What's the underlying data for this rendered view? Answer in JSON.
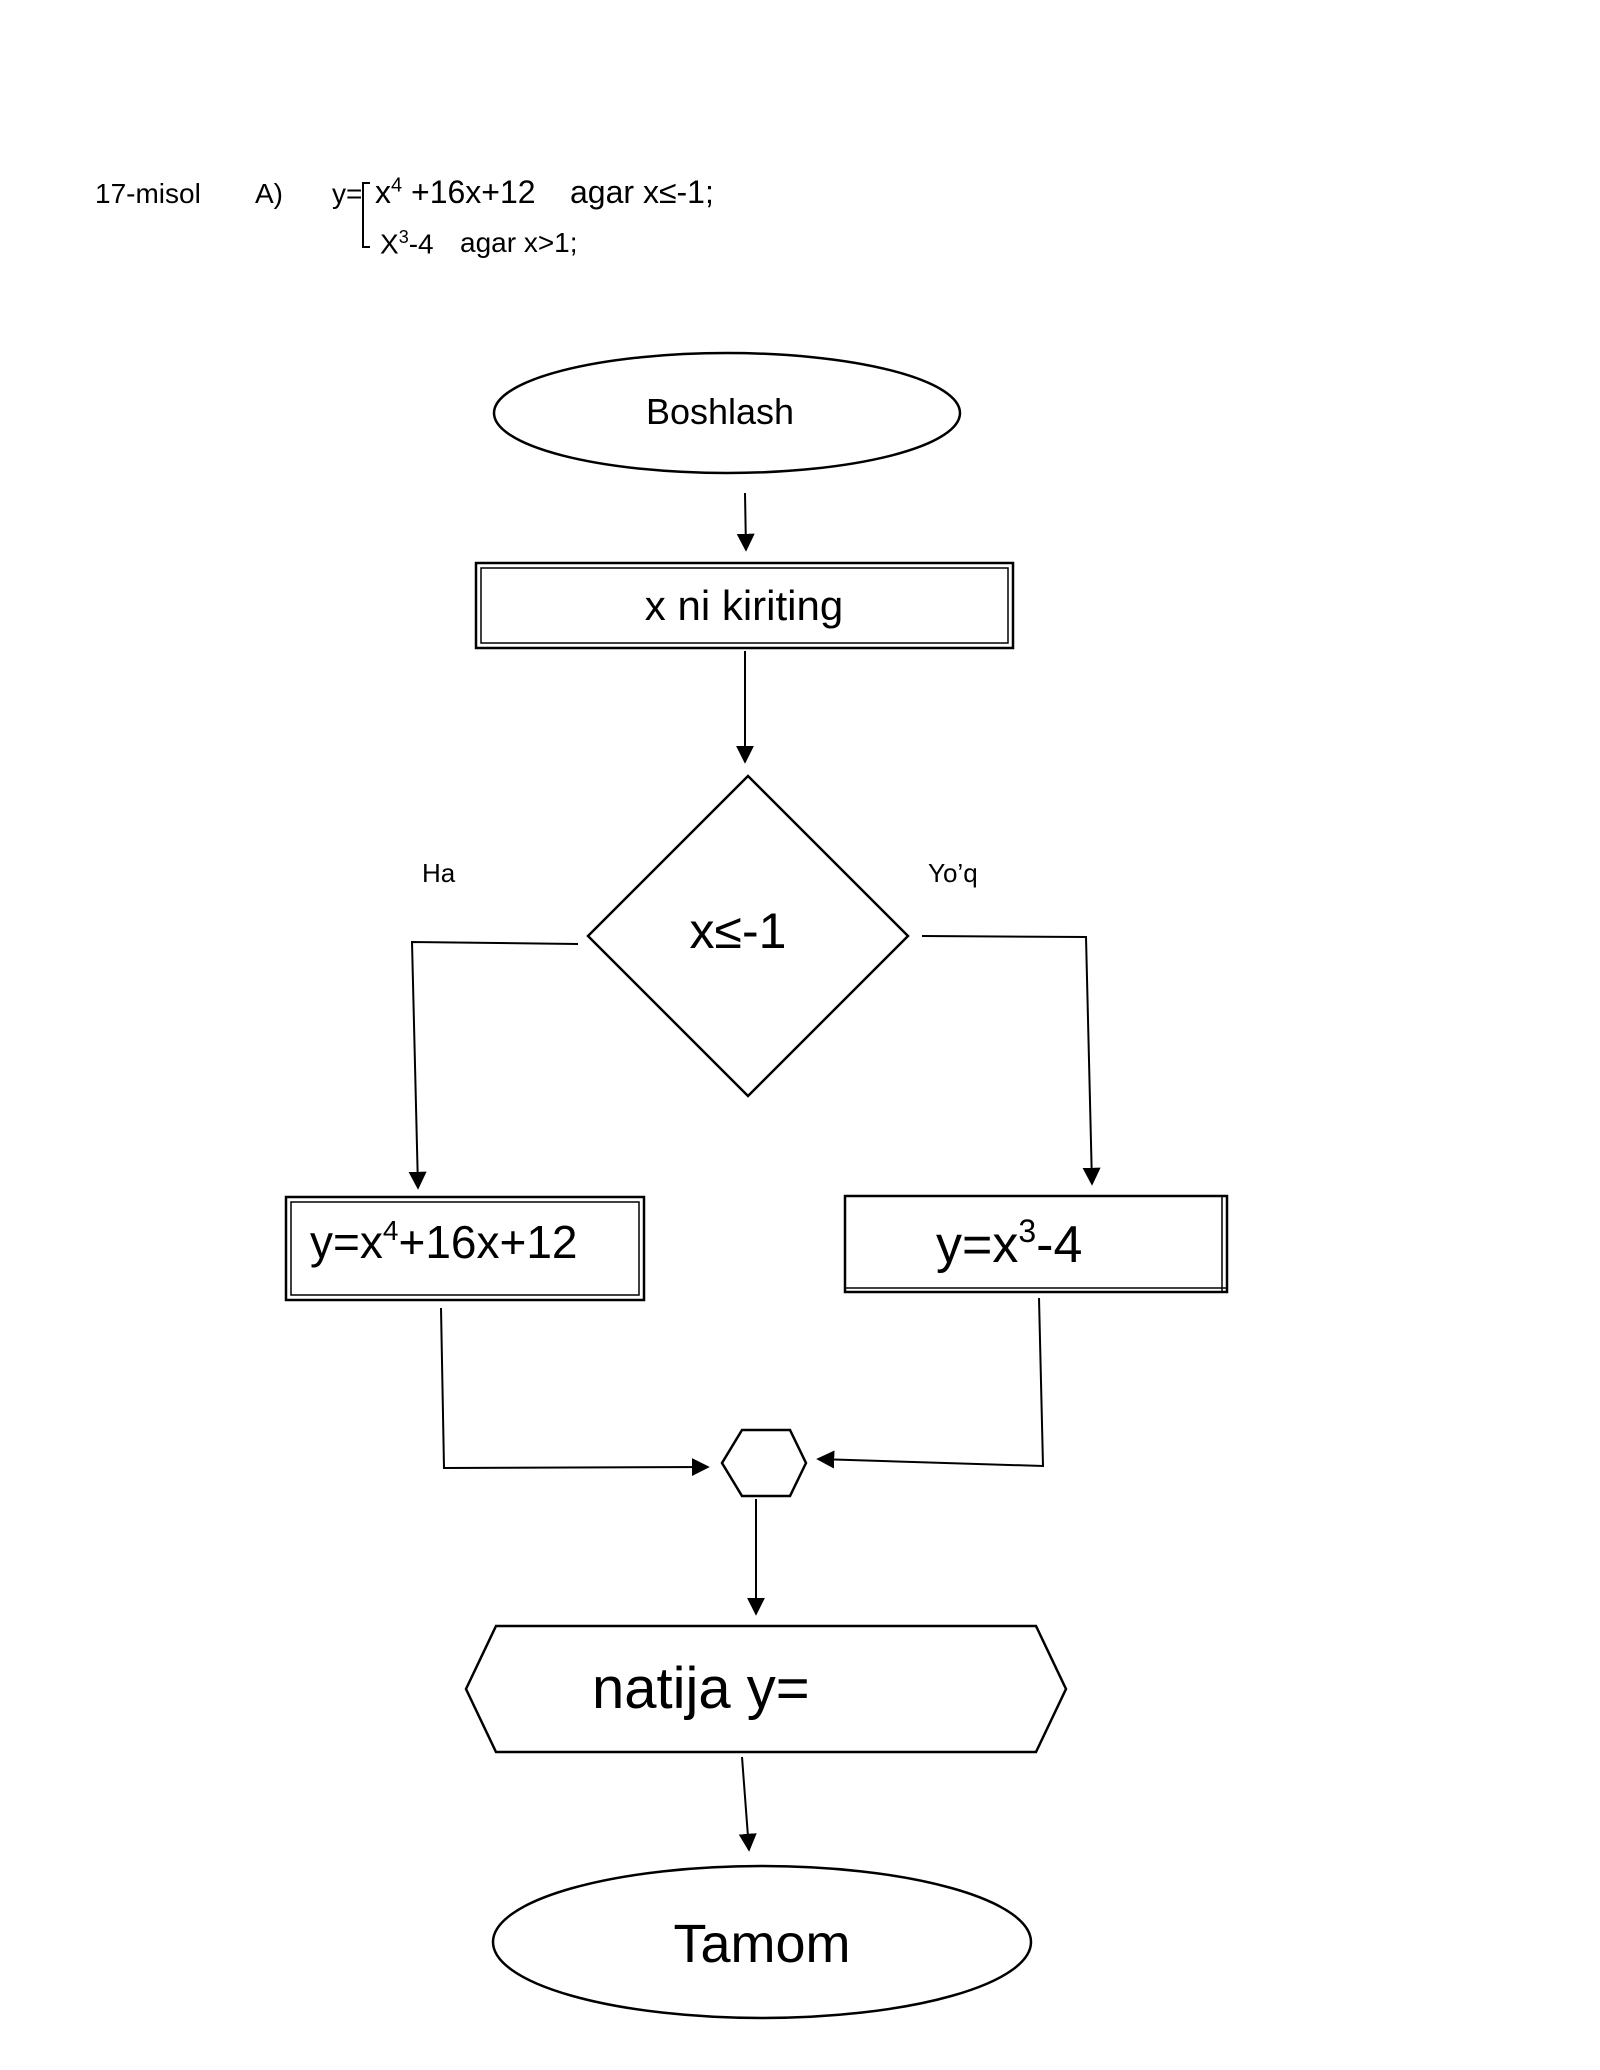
{
  "header": {
    "example_label": "17-misol",
    "part_label": "A)",
    "lhs": "y=",
    "case1": {
      "base": "x",
      "exp": "4",
      "rest": " +16x+12",
      "condition": "agar   x≤-1;"
    },
    "case2": {
      "base": "X",
      "exp": "3",
      "rest": "-4",
      "condition": "agar   x>1;"
    }
  },
  "flowchart": {
    "start": "Boshlash",
    "input": "x ni kiriting",
    "decision": "x≤-1",
    "yes_label": "Ha",
    "no_label": "Yo’q",
    "yes_process": {
      "pre": "y=x",
      "exp": "4",
      "post": "+16x+12"
    },
    "no_process": {
      "pre": "y=x",
      "exp": "3",
      "post": "-4"
    },
    "output": "natija  y=",
    "end": "Tamom"
  }
}
